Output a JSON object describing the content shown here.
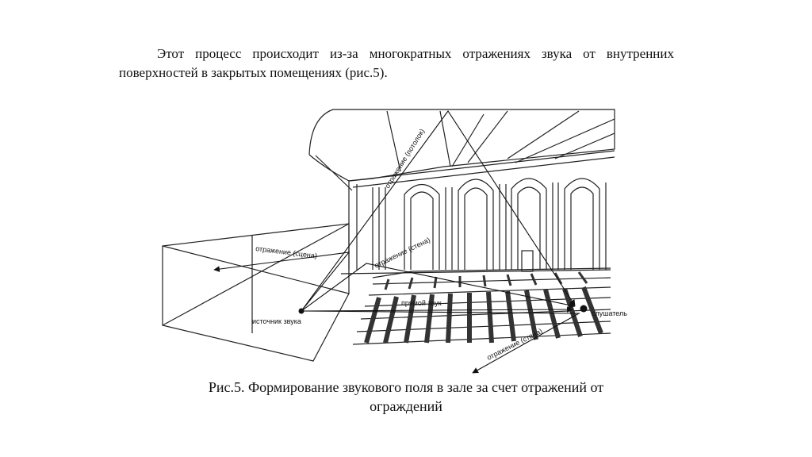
{
  "paragraph": "Этот процесс происходит из-за многократных отражениях звука от внутренних поверхностей в закрытых помещениях (рис.5).",
  "figure": {
    "labels": {
      "ceiling": "отражение (потолок)",
      "stage": "отражение (сцена)",
      "wall_upper": "отражение (стена)",
      "direct": "прямой звук",
      "source": "источник звука",
      "listener": "слушатель",
      "wall_lower": "отражение (стена)"
    }
  },
  "caption_line1": "Рис.5. Формирование звукового поля в зале за счет отражений от",
  "caption_line2": "ограждений"
}
